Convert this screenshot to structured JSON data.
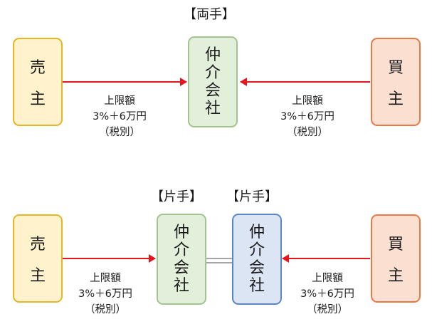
{
  "colors": {
    "seller_fill": "#fff2cc",
    "seller_border": "#e5b625",
    "buyer_fill": "#fbe0d2",
    "buyer_border": "#e77a45",
    "broker_fill": "#e2efda",
    "broker_border": "#a2c48f",
    "broker2_fill": "#dbe5f3",
    "broker2_border": "#5b86c5",
    "arrow": "#e4161d",
    "link": "#a6a6a6"
  },
  "diagram": {
    "ryote": {
      "heading": "【両手】",
      "seller": {
        "line1": "売",
        "line2": "主"
      },
      "broker": {
        "c1": "仲",
        "c2": "介",
        "c3": "会",
        "c4": "社"
      },
      "buyer": {
        "line1": "買",
        "line2": "主"
      },
      "left_note": {
        "l1": "上限額",
        "l2": "3%＋6万円",
        "l3": "（税別）"
      },
      "right_note": {
        "l1": "上限額",
        "l2": "3%＋6万円",
        "l3": "（税別）"
      }
    },
    "katate": {
      "heading_left": "【片手】",
      "heading_right": "【片手】",
      "seller": {
        "line1": "売",
        "line2": "主"
      },
      "broker_left": {
        "c1": "仲",
        "c2": "介",
        "c3": "会",
        "c4": "社"
      },
      "broker_right": {
        "c1": "仲",
        "c2": "介",
        "c3": "会",
        "c4": "社"
      },
      "buyer": {
        "line1": "買",
        "line2": "主"
      },
      "left_note": {
        "l1": "上限額",
        "l2": "3%＋6万円",
        "l3": "（税別）"
      },
      "right_note": {
        "l1": "上限額",
        "l2": "3%＋6万円",
        "l3": "（税別）"
      }
    }
  }
}
